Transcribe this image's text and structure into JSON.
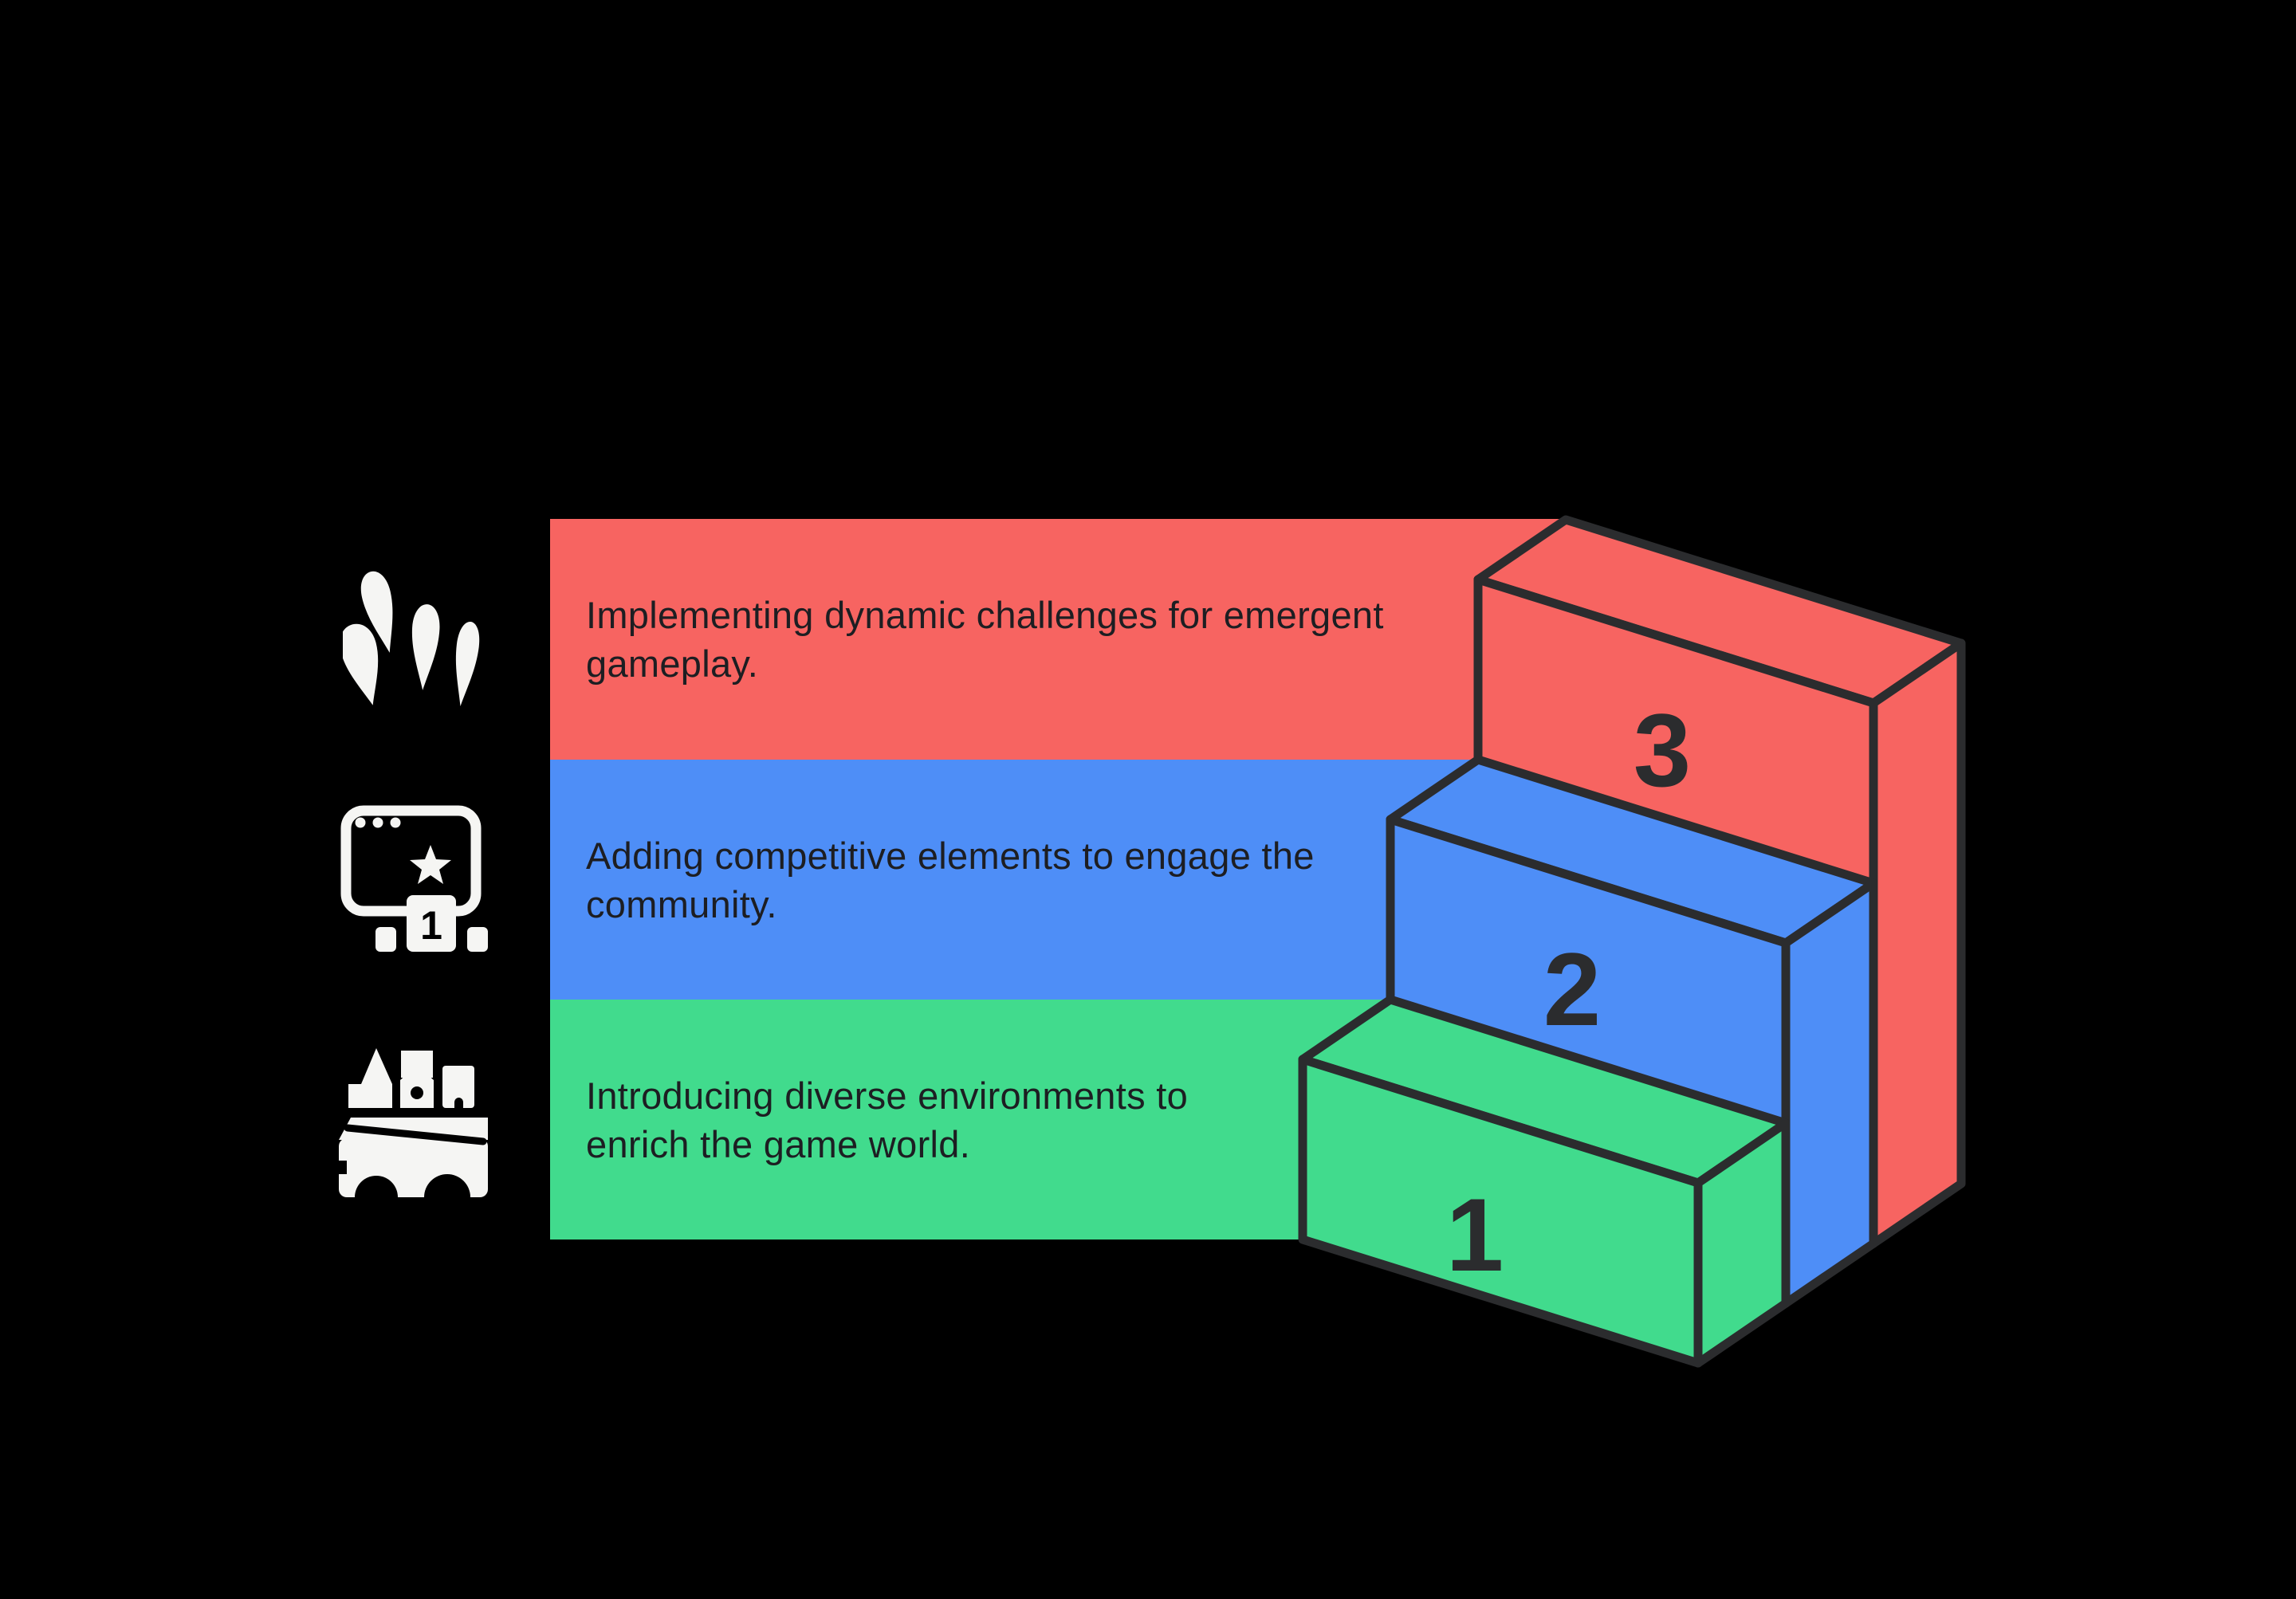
{
  "colors": {
    "background": "#000000",
    "red": "#f76461",
    "blue": "#4e8ef7",
    "green": "#41db8d",
    "outline": "#2b2c2e",
    "icon": "#f5f5f3",
    "text": "#1d1e22",
    "numeral": "#2b2c2e"
  },
  "rows": [
    {
      "id": "dynamic-challenges",
      "band_color": "red",
      "icon": "claw-marks-icon",
      "step": "3",
      "lines": [
        "Implementing dynamic challenges for emergent",
        "gameplay."
      ],
      "text": "Implementing dynamic challenges for emergent gameplay."
    },
    {
      "id": "competitive-elements",
      "band_color": "blue",
      "icon": "leaderboard-browser-icon",
      "step": "2",
      "lines": [
        "Adding competitive elements to engage the",
        "community."
      ],
      "text": "Adding competitive elements to engage the community."
    },
    {
      "id": "diverse-environments",
      "band_color": "green",
      "icon": "city-bridge-icon",
      "step": "1",
      "lines": [
        "Introducing diverse environments to",
        "enrich the game world."
      ],
      "text": "Introducing diverse environments to enrich the game world."
    }
  ],
  "icons": {
    "leaderboard_podium_number": "1"
  },
  "staircase": {
    "steps": [
      {
        "label": "3",
        "color": "red"
      },
      {
        "label": "2",
        "color": "blue"
      },
      {
        "label": "1",
        "color": "green"
      }
    ]
  }
}
